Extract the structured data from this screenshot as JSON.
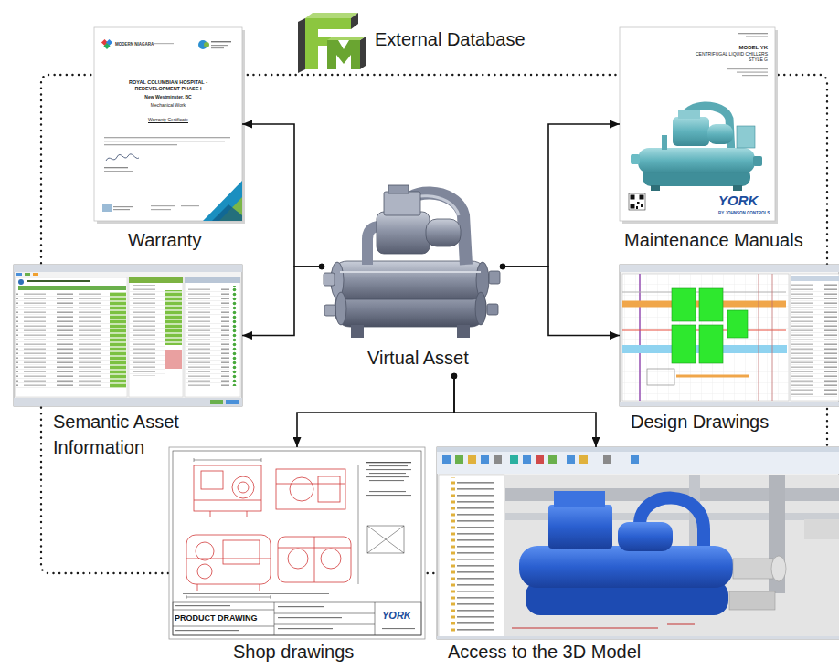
{
  "diagram": {
    "nodes": [
      {
        "text": [
          "Warranty"
        ]
      },
      {
        "text": [
          "Maintenance Manuals"
        ]
      },
      {
        "text": [
          "Virtual Asset"
        ]
      },
      {
        "text": [
          "Semantic Asset Information"
        ]
      },
      {
        "text": [
          "Design Drawings"
        ]
      },
      {
        "text": [
          "Shop drawings"
        ]
      },
      {
        "text": [
          "Access to the 3D Model"
        ]
      }
    ],
    "edges": [
      {
        "from": 2,
        "to": 0,
        "arrow": "to"
      },
      {
        "from": 2,
        "to": 3,
        "arrow": "to"
      },
      {
        "from": 2,
        "to": 1,
        "arrow": "to"
      },
      {
        "from": 2,
        "to": 4,
        "arrow": "to"
      },
      {
        "from": 2,
        "to": 5,
        "arrow": "to"
      },
      {
        "from": 2,
        "to": 6,
        "arrow": "to"
      }
    ],
    "labels": [
      "External Database",
      "ROYAL COLUMBIAN HOSPITAL - REDEVELOPMENT PHASE I",
      "New Westminster, BC",
      "Mechanical Work",
      "Warranty Certificate",
      "MODERN NIAGARA",
      "MODEL YK",
      "CENTRIFUGAL LIQUID CHILLERS",
      "STYLE G",
      "YORK",
      "BY JOHNSON CONTROLS",
      "PRODUCT DRAWING",
      "YORK"
    ]
  }
}
